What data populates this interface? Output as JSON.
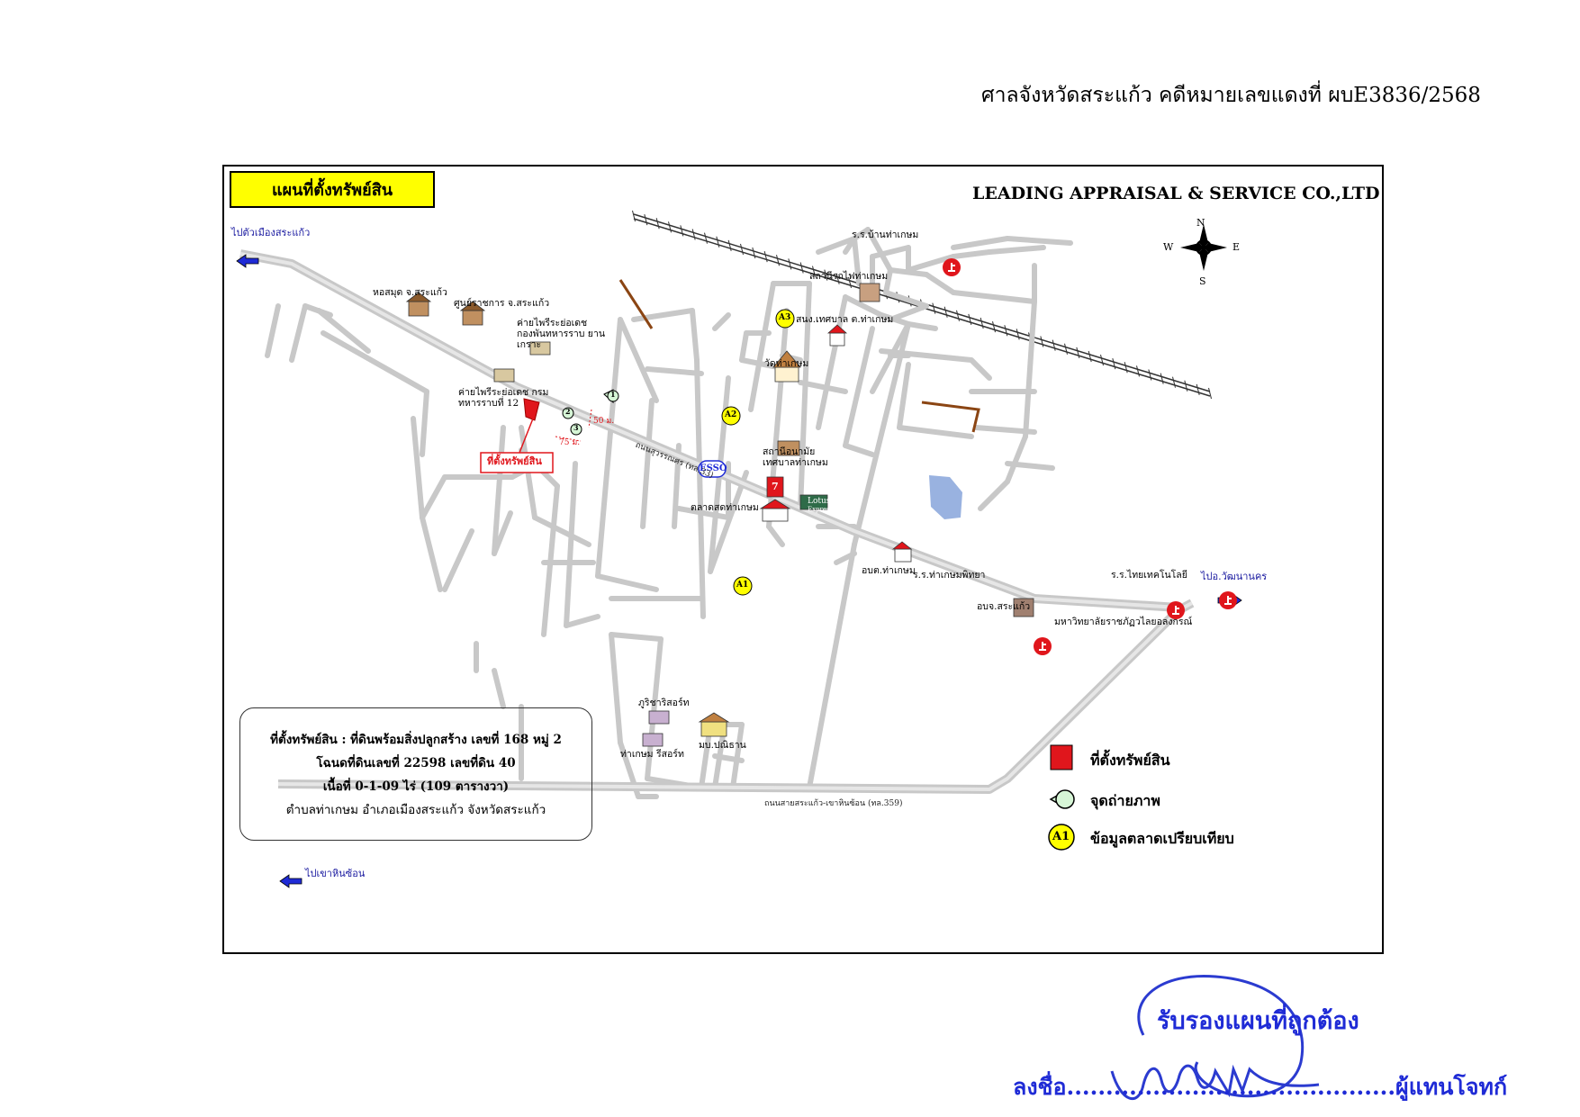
{
  "header": {
    "court_case": "ศาลจังหวัดสระแก้ว  คดีหมายเลขแดงที่ ผบE3836/2568"
  },
  "map": {
    "title": "แผนที่ตั้งทรัพย์สิน",
    "company": "LEADING APPRAISAL & SERVICE CO.,LTD",
    "compass": {
      "n": "N",
      "s": "S",
      "e": "E",
      "w": "W"
    },
    "directions": {
      "to_sa_kaeo": "ไปตัวเมืองสระแก้ว",
      "to_watthana_nakhon": "ไปอ.วัฒนานคร",
      "to_khao_hin_son": "ไปเขาหินซ้อน"
    },
    "roads": {
      "suwannasorn": "ถนนสุวรรณศร (ทล.33)",
      "sa_kaeo_khao_hin_son": "ถนนสายสระแก้ว-เขาหินซ้อน (ทล.359)"
    },
    "places": {
      "library": "หอสมุด จ.สระแก้ว",
      "gov_center": "ศูนย์ราชการ จ.สระแก้ว",
      "camp_1": "ค่ายไพรีระย่อเดช กองพันทหารราบ ยานเกราะ",
      "camp_2": "ค่ายไพรีระย่อเดช กรมทหารราบที่ 12",
      "school_ban_tha_kasem": "ร.ร.บ้านท่าเกษม",
      "train_station": "สถานีรถไฟท่าเกษม",
      "municipal_office": "สนง.เทศบาล ต.ท่าเกษม",
      "wat": "วัดท่าเกษม",
      "health_center": "สถานีอนามัยเทศบาลท่าเกษม",
      "market": "ตลาดสดท่าเกษม",
      "district_office": "อบต.ท่าเกษม",
      "school_tha_kasem_phitthaya": "ร.ร.ท่าเกษมพิทยา",
      "school_tech": "ร.ร.ไทยเทคโนโลยี",
      "provincial_admin": "อบจ.สระแก้ว",
      "university": "มหาวิทยาลัยราชภัฏวไลยอลงกรณ์",
      "resort_1": "ภูริชาริสอร์ท",
      "resort_2": "ท่าเกษม รีสอร์ท",
      "village": "มบ.ปณิธาน",
      "property": "ที่ตั้งทรัพย์สิน"
    },
    "poi_brands": {
      "esso": "ESSO",
      "lotus": "Lotus",
      "lotus_sub": "Express",
      "seven": "7"
    },
    "markers": {
      "a1": "A1",
      "a2": "A2",
      "a3": "A3",
      "p1": "1",
      "p2": "2",
      "p3": "3"
    },
    "distances": {
      "d75": "75 ม.",
      "d50": "50 ม."
    },
    "info_box": {
      "line1": "ที่ตั้งทรัพย์สิน : ที่ดินพร้อมสิ่งปลูกสร้าง เลขที่ 168  หมู่ 2",
      "line2": "โฉนดที่ดินเลขที่ 22598  เลขที่ดิน 40",
      "line3": "เนื้อที่ 0-1-09 ไร่ (109 ตารางวา)",
      "line4": "ตำบลท่าเกษม  อำเภอเมืองสระแก้ว  จังหวัดสระแก้ว"
    },
    "legend": {
      "property": "ที่ตั้งทรัพย์สิน",
      "photo_point": "จุดถ่ายภาพ",
      "market_data": "ข้อมูลตลาดเปรียบเทียบ",
      "market_marker": "A1"
    }
  },
  "footer": {
    "certify": "รับรองแผนที่ถูกต้อง",
    "sign_line": "ลงชื่อ..........................................ผู้แทนโจทก์"
  },
  "colors": {
    "road": "#c8c8c8",
    "property": "#e0161c",
    "marker": "#ffff00",
    "arrow": "#1f2bd6",
    "water": "#99b2e0",
    "brown_road": "#8b4513"
  }
}
